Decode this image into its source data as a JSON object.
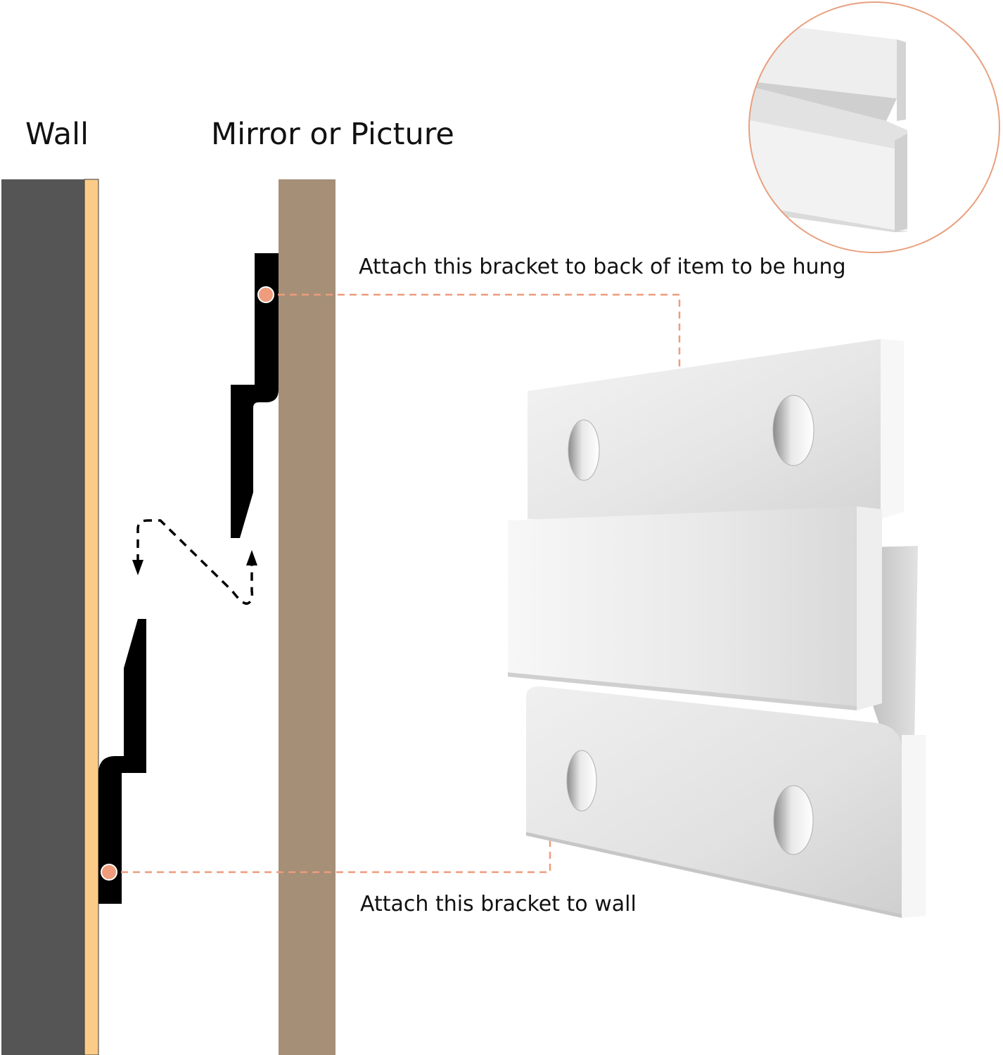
{
  "labels": {
    "wall": "Wall",
    "mirror_or_picture": "Mirror or Picture",
    "attach_item_bracket": "Attach this bracket to back of item to be hung",
    "attach_wall_bracket": "Attach this bracket to wall"
  },
  "colors": {
    "wall": "#555555",
    "wall_edge": "#fccb88",
    "item_panel": "#a58f77",
    "bracket_profile": "#000000",
    "callout": "#ee9c7c",
    "metal_light": "#f1f1f1",
    "metal_mid": "#dcdcdc",
    "metal_dark": "#bdbdbd"
  },
  "icons": {
    "motion_path": "dashed-s-curve-arrow-icon",
    "callout_dot": "callout-dot-icon",
    "detail_zoom": "magnified-edge-detail"
  }
}
